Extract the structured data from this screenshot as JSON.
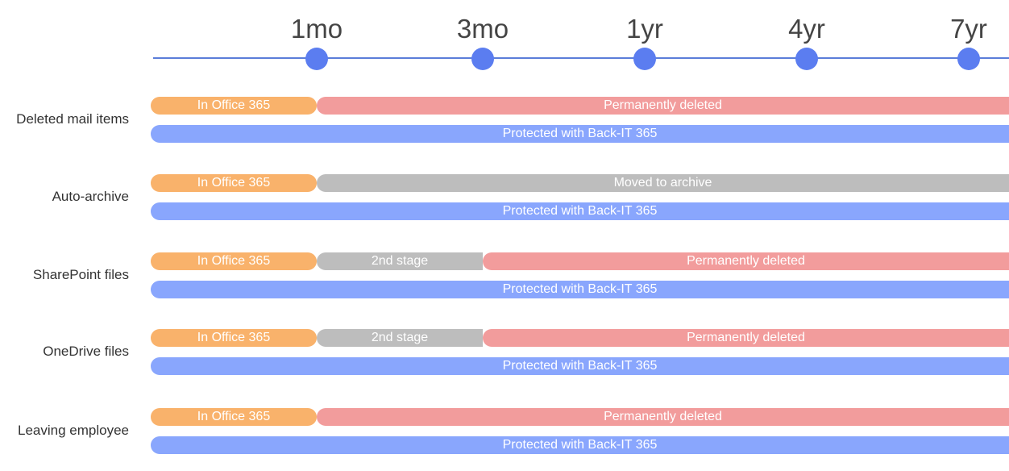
{
  "colors": {
    "office": "#f9b26b",
    "deleted": "#f29c9c",
    "archive": "#bdbdbd",
    "protected": "#89a6fd",
    "timeline": "#5b7ed9"
  },
  "timeline": {
    "ticks": [
      "1mo",
      "3mo",
      "1yr",
      "4yr",
      "7yr"
    ]
  },
  "rows": [
    {
      "label": "Deleted mail items",
      "segments": [
        {
          "text": "In Office 365",
          "kind": "office",
          "from": 0,
          "to": 1
        },
        {
          "text": "Permanently deleted",
          "kind": "deleted",
          "from": 1,
          "to": 5
        }
      ],
      "protected": "Protected with Back-IT 365"
    },
    {
      "label": "Auto-archive",
      "segments": [
        {
          "text": "In Office 365",
          "kind": "office",
          "from": 0,
          "to": 1
        },
        {
          "text": "Moved to archive",
          "kind": "archive",
          "from": 1,
          "to": 5
        }
      ],
      "protected": "Protected with Back-IT 365"
    },
    {
      "label": "SharePoint files",
      "segments": [
        {
          "text": "In Office 365",
          "kind": "office",
          "from": 0,
          "to": 1
        },
        {
          "text": "2nd stage",
          "kind": "archive",
          "from": 1,
          "to": 2
        },
        {
          "text": "Permanently deleted",
          "kind": "deleted",
          "from": 2,
          "to": 5
        }
      ],
      "protected": "Protected with Back-IT 365"
    },
    {
      "label": "OneDrive files",
      "segments": [
        {
          "text": "In Office 365",
          "kind": "office",
          "from": 0,
          "to": 1
        },
        {
          "text": "2nd stage",
          "kind": "archive",
          "from": 1,
          "to": 2
        },
        {
          "text": "Permanently deleted",
          "kind": "deleted",
          "from": 2,
          "to": 5
        }
      ],
      "protected": "Protected with Back-IT 365"
    },
    {
      "label": "Leaving employee",
      "segments": [
        {
          "text": "In Office 365",
          "kind": "office",
          "from": 0,
          "to": 1
        },
        {
          "text": "Permanently deleted",
          "kind": "deleted",
          "from": 1,
          "to": 5
        }
      ],
      "protected": "Protected with Back-IT 365"
    }
  ]
}
